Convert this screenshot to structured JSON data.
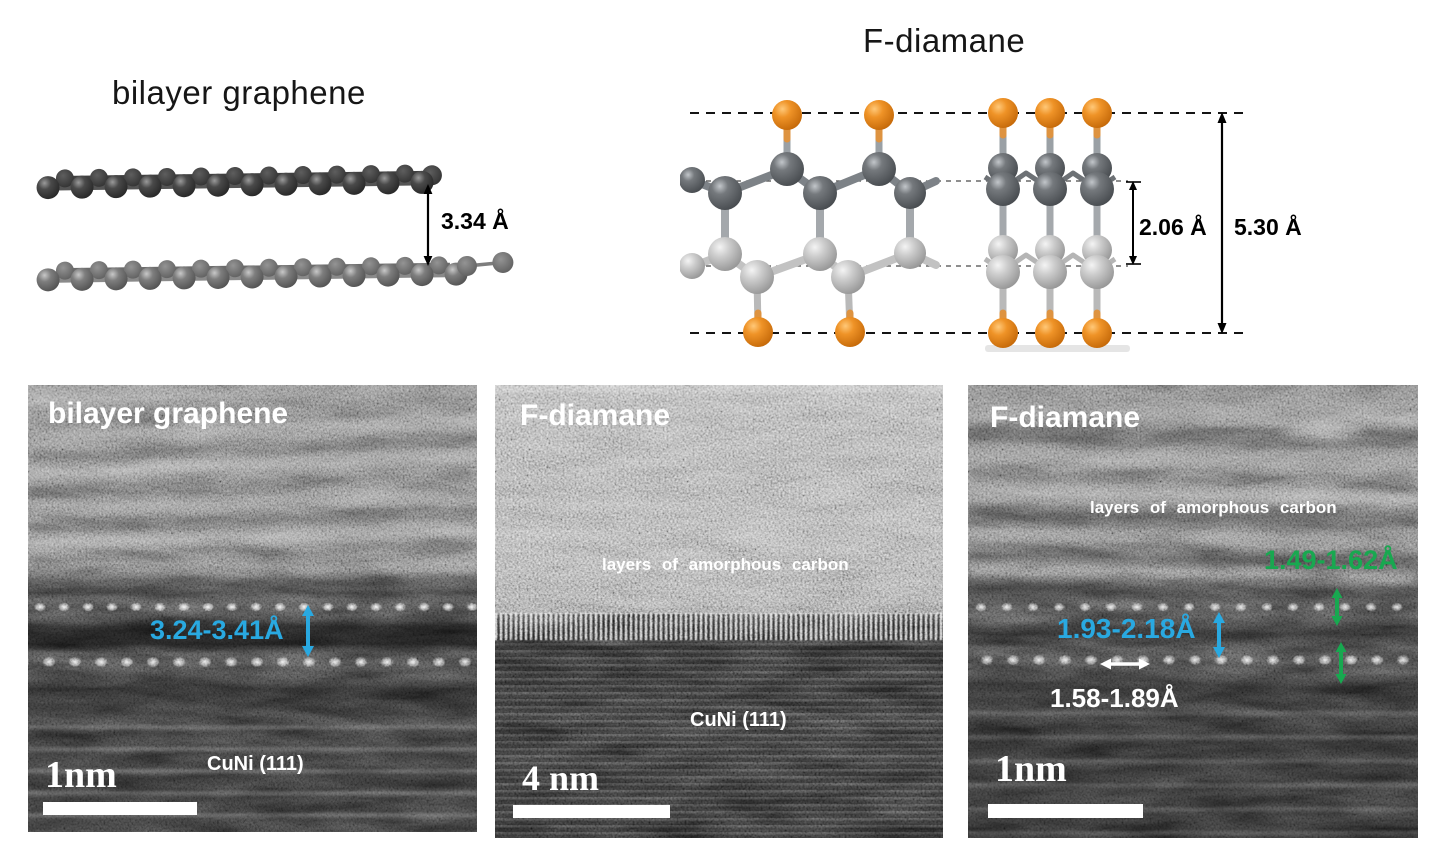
{
  "diagrams": {
    "bilayer": {
      "title": "bilayer graphene",
      "distance": "3.34 Å"
    },
    "fdiamane": {
      "title": "F-diamane",
      "inner_distance": "2.06 Å",
      "outer_distance": "5.30 Å"
    }
  },
  "micrographs": {
    "panel1": {
      "title": "bilayer graphene",
      "interlayer": "3.24-3.41Å",
      "substrate": "CuNi (111)",
      "scalebar": "1nm"
    },
    "panel2": {
      "title": "F-diamane",
      "amorphous": "layers of amorphous carbon",
      "substrate": "CuNi (111)",
      "scalebar": "4 nm"
    },
    "panel3": {
      "title": "F-diamane",
      "amorphous": "layers of amorphous carbon",
      "interlayer": "1.93-2.18Å",
      "inplane": "1.58-1.89Å",
      "bond": "1.49-1.62Å",
      "scalebar": "1nm"
    }
  },
  "colors": {
    "annotation_blue": "#29a9e1",
    "annotation_green": "#18a850",
    "annotation_white": "#ffffff",
    "fluorine_orange": "#e8851c"
  }
}
